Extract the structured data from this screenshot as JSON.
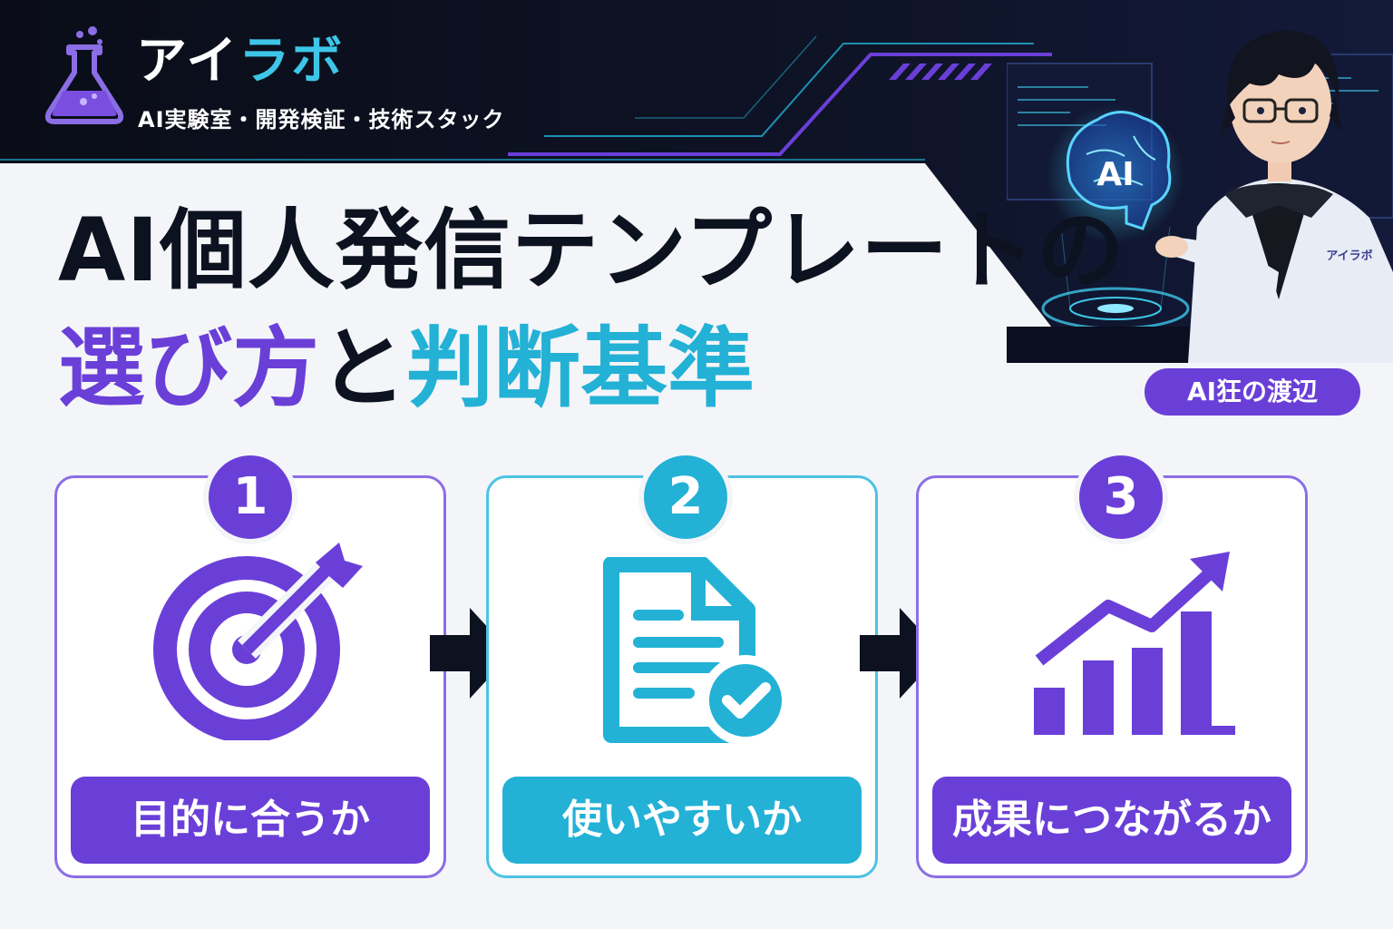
{
  "brand": {
    "name_part1": "アイ",
    "name_part2": "ラボ",
    "tagline": "AI実験室・開発検証・技術スタック"
  },
  "title": {
    "line1": "AI個人発信テンプレートの",
    "line2_a": "選び方",
    "line2_b": "と",
    "line2_c": "判断基準"
  },
  "illustration": {
    "hologram_text": "AI",
    "coat_logo": "アイラボ"
  },
  "author": "AI狂の渡辺",
  "steps": [
    {
      "number": "1",
      "label": "目的に合うか",
      "icon": "target-arrow-icon",
      "color": "#6a3fd8"
    },
    {
      "number": "2",
      "label": "使いやすいか",
      "icon": "document-check-icon",
      "color": "#23b1d6"
    },
    {
      "number": "3",
      "label": "成果につながるか",
      "icon": "growth-chart-icon",
      "color": "#6a3fd8"
    }
  ],
  "colors": {
    "purple": "#6a3fd8",
    "cyan": "#23b1d6",
    "dark": "#0d1220",
    "background": "#f4f5f8"
  }
}
